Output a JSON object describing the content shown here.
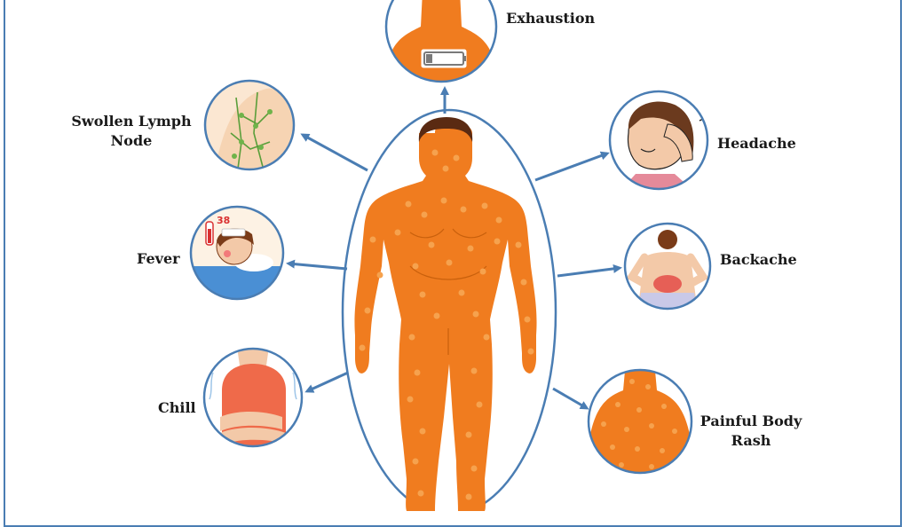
{
  "colors": {
    "skin": "#f07c1f",
    "skin_dark": "#d8650f",
    "blister": "#f6a24e",
    "hair": "#5a2a12",
    "border": "#4a7db3",
    "arrow": "#4a7db3"
  },
  "symptoms": {
    "exhaustion": {
      "label": "Exhaustion",
      "icon": "battery-low-icon"
    },
    "swollen_lymph": {
      "label_line1": "Swollen Lymph",
      "label_line2": "Node",
      "icon": "lymph-node-icon"
    },
    "headache": {
      "label": "Headache",
      "icon": "headache-icon"
    },
    "fever": {
      "label": "Fever",
      "icon": "thermometer-icon"
    },
    "backache": {
      "label": "Backache",
      "icon": "back-pain-icon"
    },
    "chill": {
      "label": "Chill",
      "icon": "shivering-icon"
    },
    "body_rash": {
      "label_line1": "Painful Body",
      "label_line2": "Rash",
      "icon": "skin-rash-icon"
    }
  },
  "fever_thermometer_reading": "38"
}
